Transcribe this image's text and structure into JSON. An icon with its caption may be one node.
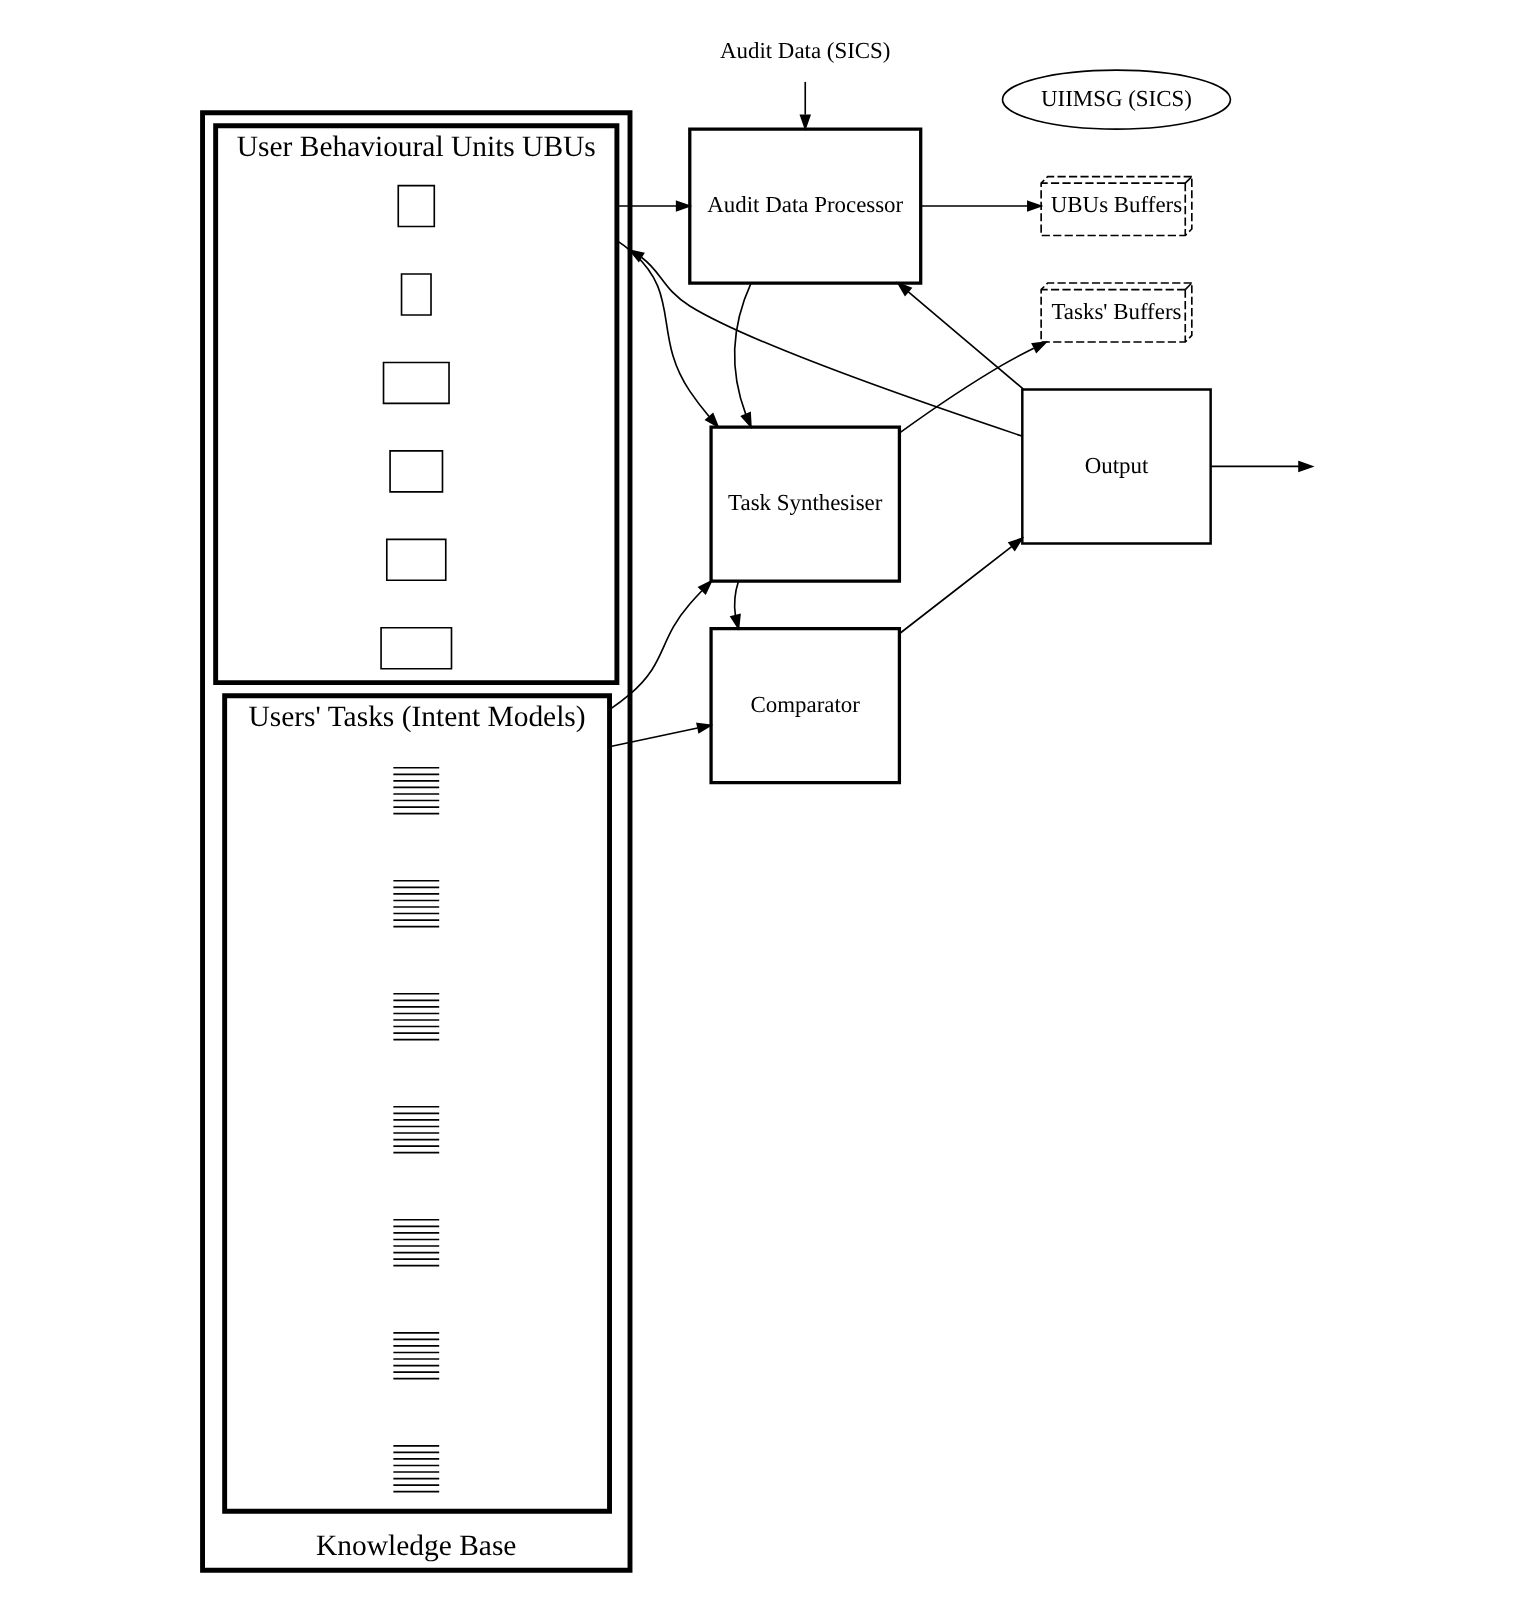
{
  "diagram": {
    "nodes": [
      {
        "text": [
          "Knowledge Base"
        ]
      },
      {
        "text": [
          "User Behavioural Units UBUs"
        ],
        "in": 0
      },
      {
        "text": [],
        "shape": "box",
        "in": 1
      },
      {
        "text": [],
        "shape": "box",
        "in": 1
      },
      {
        "text": [],
        "shape": "box",
        "in": 1
      },
      {
        "text": [],
        "shape": "box",
        "in": 1
      },
      {
        "text": [],
        "shape": "box",
        "in": 1
      },
      {
        "text": [],
        "shape": "box",
        "in": 1
      },
      {
        "text": [
          "Users' Tasks (Intent Models)"
        ],
        "in": 0
      },
      {
        "text": [],
        "shape": "bar",
        "in": 8
      },
      {
        "text": [],
        "shape": "bar",
        "in": 8
      },
      {
        "text": [],
        "shape": "bar",
        "in": 8
      },
      {
        "text": [],
        "shape": "bar",
        "in": 8
      },
      {
        "text": [],
        "shape": "bar",
        "in": 8
      },
      {
        "text": [],
        "shape": "bar",
        "in": 8
      },
      {
        "text": [],
        "shape": "bar",
        "in": 8
      },
      {
        "text": [
          "Audit Data (SICS)"
        ]
      },
      {
        "text": [
          "Audit Data Processor"
        ]
      },
      {
        "text": [
          "UBUs Buffers"
        ]
      },
      {
        "text": [
          "Task Synthesiser"
        ]
      },
      {
        "text": [
          "Tasks' Buffers"
        ]
      },
      {
        "text": [
          "Comparator"
        ]
      },
      {
        "text": [
          "Output"
        ]
      },
      {
        "text": [
          "UIIMSG (SICS)"
        ]
      }
    ],
    "edges": [
      {
        "from": 16,
        "to": 17,
        "arrow": "to"
      },
      {
        "from": 1,
        "to": 17,
        "arrow": "to"
      },
      {
        "from": 1,
        "to": 19,
        "arrow": "to"
      },
      {
        "from": 17,
        "to": 18,
        "arrow": "to"
      },
      {
        "from": 17,
        "to": 19,
        "arrow": "to"
      },
      {
        "from": 8,
        "to": 19,
        "arrow": "to"
      },
      {
        "from": 19,
        "to": 20,
        "arrow": "to"
      },
      {
        "from": 19,
        "to": 21,
        "arrow": "to"
      },
      {
        "from": 8,
        "to": 21,
        "arrow": "to"
      },
      {
        "from": 21,
        "to": 22,
        "arrow": "to"
      },
      {
        "from": 22,
        "to": 17,
        "arrow": "to"
      },
      {
        "from": 22,
        "to": 0,
        "arrow": "to"
      },
      {
        "from": 22,
        "to": null,
        "arrow": "to"
      }
    ]
  }
}
